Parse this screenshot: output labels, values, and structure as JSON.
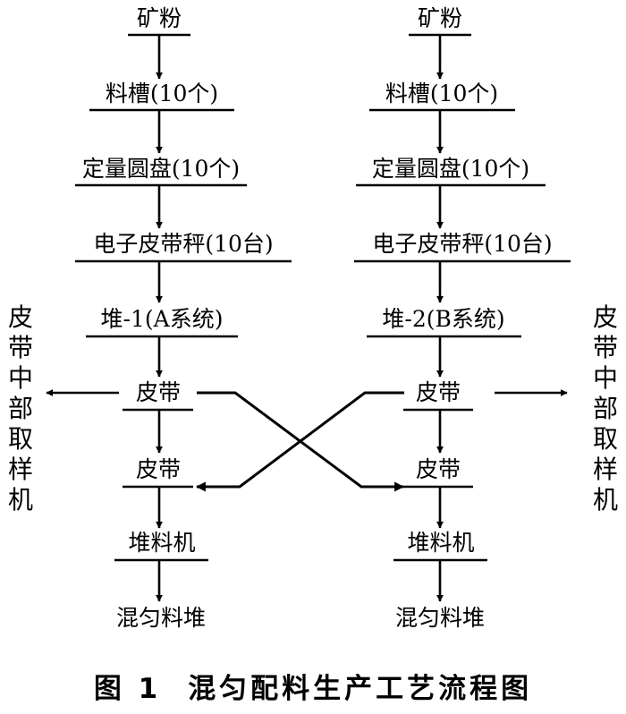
{
  "left": {
    "n1": "矿粉",
    "n2": "料槽(10个)",
    "n3": "定量圆盘(10个)",
    "n4": "电子皮带秤(10台)",
    "n5": "堆-1(A系统)",
    "n6": "皮带",
    "n7": "皮带",
    "n8": "堆料机",
    "n9": "混匀料堆"
  },
  "right": {
    "n1": "矿粉",
    "n2": "料槽(10个)",
    "n3": "定量圆盘(10个)",
    "n4": "电子皮带秤(10台)",
    "n5": "堆-2(B系统)",
    "n6": "皮带",
    "n7": "皮带",
    "n8": "堆料机",
    "n9": "混匀料堆"
  },
  "side": {
    "left": "皮带中部取样机",
    "right": "皮带中部取样机"
  },
  "caption": {
    "number": "图 1",
    "title": "混匀配料生产工艺流程图"
  }
}
